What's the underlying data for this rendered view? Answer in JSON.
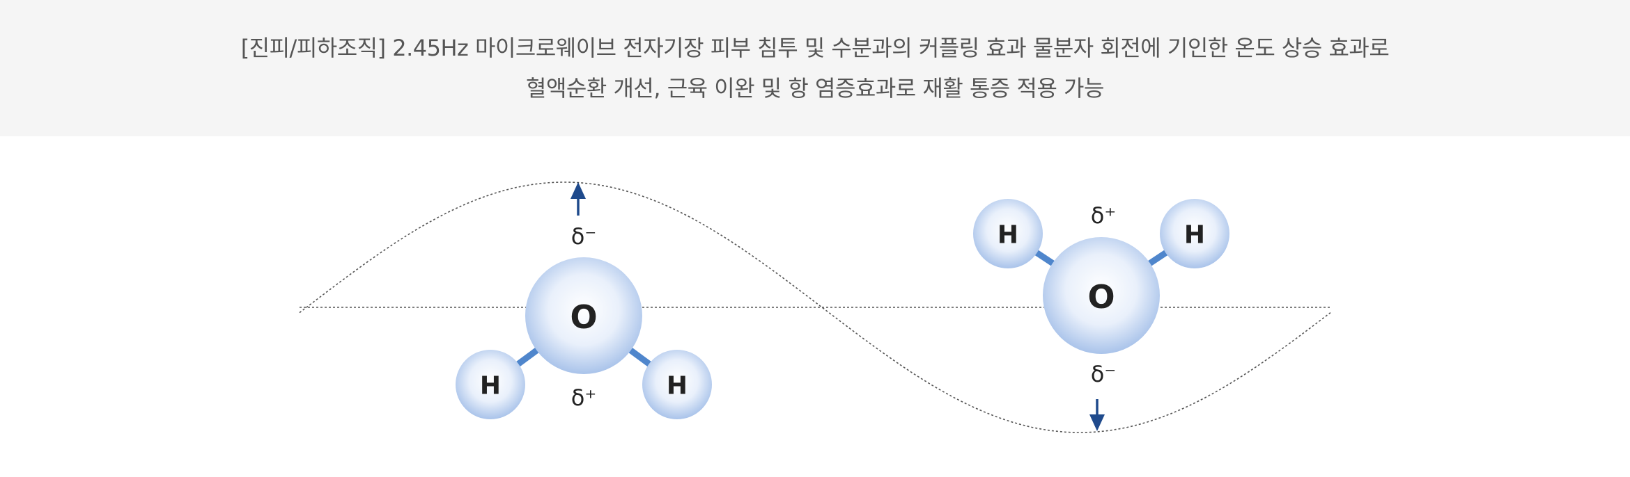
{
  "description": {
    "line1": "[진피/피하조직] 2.45Hz 마이크로웨이브 전자기장 피부 침투 및 수분과의 커플링 효과 물분자 회전에 기인한 온도 상승 효과로",
    "line2": "혈액순환 개선, 근육 이완 및 항 염증효과로 재활 통증 적용 가능"
  },
  "molecule_left": {
    "oxygen": "O",
    "hydrogen_left": "H",
    "hydrogen_right": "H",
    "charge_top": "δ⁻",
    "charge_bottom": "δ⁺",
    "arrow_direction": "up"
  },
  "molecule_right": {
    "oxygen": "O",
    "hydrogen_left": "H",
    "hydrogen_right": "H",
    "charge_top": "δ⁺",
    "charge_bottom": "δ⁻",
    "arrow_direction": "down"
  },
  "colors": {
    "atom_edge": "#a9c3ea",
    "atom_center": "#ffffff",
    "bond": "#4f86cc",
    "arrow": "#1f4a8c",
    "wave": "#555555",
    "banner_bg": "#f5f5f5",
    "banner_text": "#555555"
  }
}
